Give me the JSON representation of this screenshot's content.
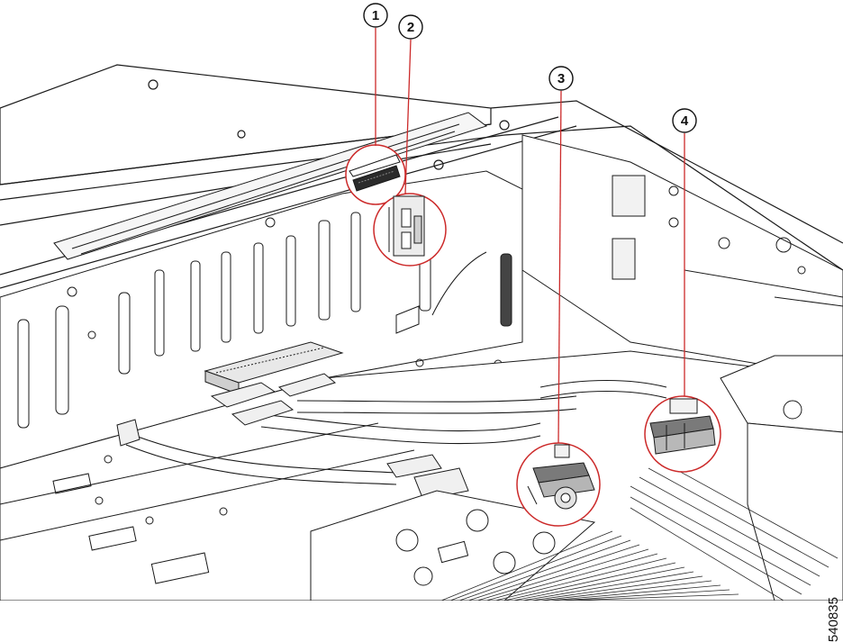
{
  "callouts": [
    {
      "label": "1"
    },
    {
      "label": "2"
    },
    {
      "label": "3"
    },
    {
      "label": "4"
    }
  ],
  "figure_id": "540835",
  "colors": {
    "line": "#1a1a1a",
    "callout_circle": "#cc2a2a",
    "background": "#ffffff",
    "shade": "#d9d9d9"
  }
}
